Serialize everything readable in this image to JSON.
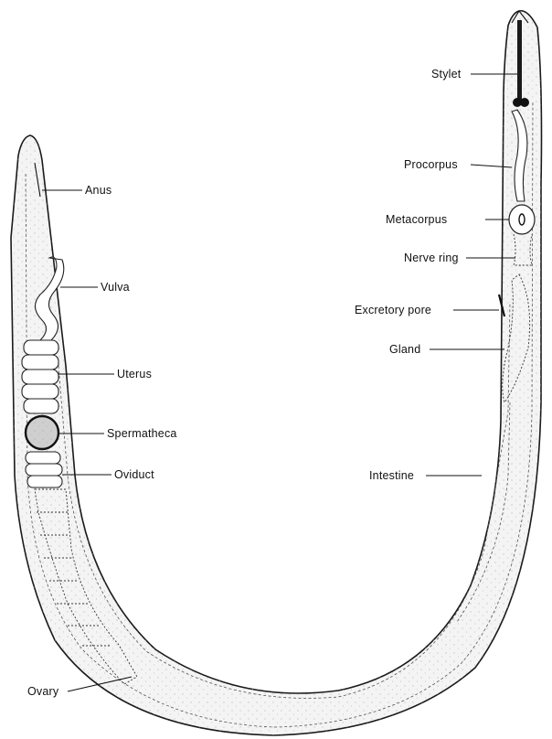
{
  "labels": {
    "anus": "Anus",
    "vulva": "Vulva",
    "uterus": "Uterus",
    "spermatheca": "Spermatheca",
    "oviduct": "Oviduct",
    "ovary": "Ovary",
    "stylet": "Stylet",
    "procorpus": "Procorpus",
    "metacorpus": "Metacorpus",
    "nerve_ring": "Nerve ring",
    "excretory_pore": "Excretory pore",
    "gland": "Gland",
    "intestine": "Intestine"
  }
}
